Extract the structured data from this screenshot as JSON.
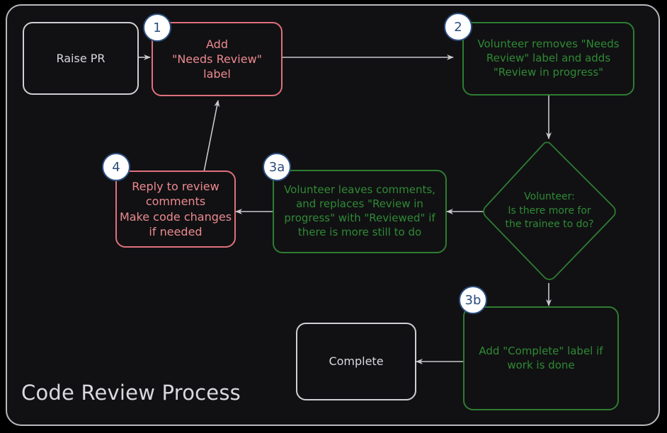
{
  "diagram": {
    "title": "Code Review Process",
    "colors": {
      "background": "#111113",
      "frame_border": "#b9b9bd",
      "neutral": "#cfcfd4",
      "red": "#e0707c",
      "red_text": "#eb8a90",
      "green": "#2e7d32",
      "green_text": "#2f8a35",
      "badge_fill": "#ffffff",
      "badge_border": "#2c4f80",
      "badge_text": "#2b4d7d",
      "connector": "#c9c9ce"
    },
    "nodes": [
      {
        "id": "raise-pr",
        "label": "Raise PR",
        "shape": "rounded-rect",
        "style": "plain",
        "badge": null
      },
      {
        "id": "add-needs-review-label",
        "label": "Add\n\"Needs Review\"\nlabel",
        "shape": "rounded-rect",
        "style": "red",
        "badge": "1"
      },
      {
        "id": "volunteer-removes-needs-review",
        "label": "Volunteer removes \"Needs\nReview\" label and adds\n\"Review in progress\"",
        "shape": "rounded-rect",
        "style": "green",
        "badge": "2"
      },
      {
        "id": "volunteer-decision",
        "label": "Volunteer:\nIs there more for\nthe trainee to do?",
        "shape": "diamond",
        "style": "green",
        "badge": null
      },
      {
        "id": "volunteer-leaves-comments",
        "label": "Volunteer leaves comments,\nand replaces \"Review in\nprogress\" with \"Reviewed\" if\nthere is more still to do",
        "shape": "rounded-rect",
        "style": "green",
        "badge": "3a"
      },
      {
        "id": "reply-to-review-comments",
        "label": "Reply to review\ncomments\nMake code changes\nif needed",
        "shape": "rounded-rect",
        "style": "red",
        "badge": "4"
      },
      {
        "id": "add-complete-label",
        "label": "Add \"Complete\" label if\nwork is done",
        "shape": "rounded-rect",
        "style": "green",
        "badge": "3b"
      },
      {
        "id": "complete",
        "label": "Complete",
        "shape": "rounded-rect",
        "style": "plain",
        "badge": null
      }
    ],
    "edges": [
      {
        "from": "raise-pr",
        "to": "add-needs-review-label",
        "label": "",
        "arrow": true
      },
      {
        "from": "add-needs-review-label",
        "to": "volunteer-removes-needs-review",
        "label": "",
        "arrow": true
      },
      {
        "from": "volunteer-removes-needs-review",
        "to": "volunteer-decision",
        "label": "",
        "arrow": true
      },
      {
        "from": "volunteer-decision",
        "to": "volunteer-leaves-comments",
        "label": "",
        "arrow": true
      },
      {
        "from": "volunteer-leaves-comments",
        "to": "reply-to-review-comments",
        "label": "",
        "arrow": true
      },
      {
        "from": "reply-to-review-comments",
        "to": "add-needs-review-label",
        "label": "",
        "arrow": true
      },
      {
        "from": "volunteer-decision",
        "to": "add-complete-label",
        "label": "",
        "arrow": true
      },
      {
        "from": "add-complete-label",
        "to": "complete",
        "label": "",
        "arrow": true
      }
    ]
  }
}
